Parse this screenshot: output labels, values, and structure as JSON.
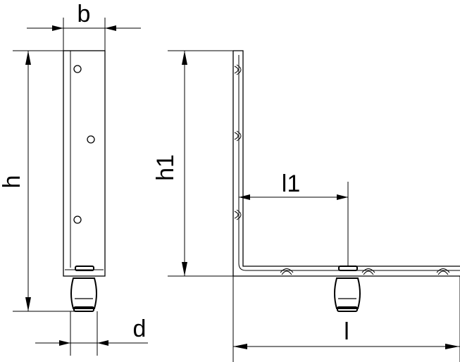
{
  "labels": {
    "b": "b",
    "h": "h",
    "d": "d",
    "h1": "h1",
    "l1": "l1",
    "l": "l"
  }
}
